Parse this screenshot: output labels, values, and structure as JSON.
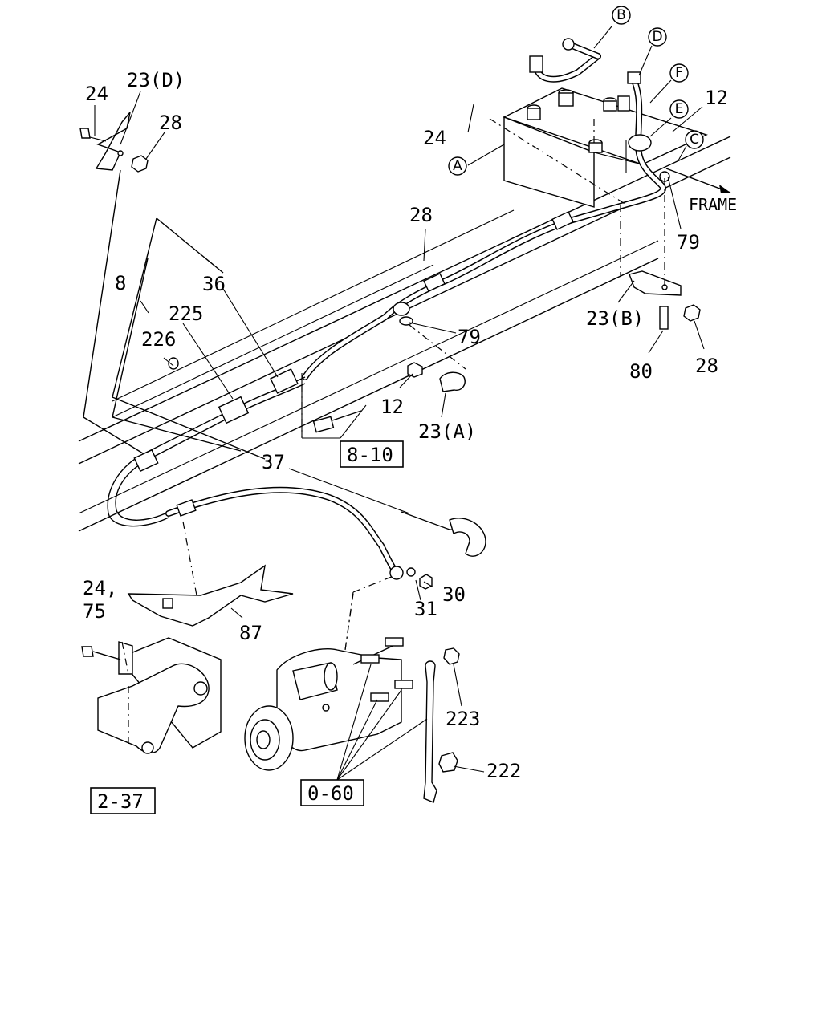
{
  "callouts": {
    "c24_top": "24",
    "c23D": "23(D)",
    "c28_top": "28",
    "c24_battery": "24",
    "c12_top": "12",
    "frame": "FRAME",
    "c79_top": "79",
    "c28_mid": "28",
    "c79_mid": "79",
    "c36": "36",
    "c8": "8",
    "c225": "225",
    "c226": "226",
    "c12_mid": "12",
    "c23A": "23(A)",
    "c23B": "23(B)",
    "c28_right": "28",
    "c80": "80",
    "c37": "37",
    "c24_75_a": "24,",
    "c24_75_b": "75",
    "c87": "87",
    "c31": "31",
    "c30": "30",
    "c223": "223",
    "c222": "222"
  },
  "circled": {
    "A": "A",
    "B": "B",
    "C": "C",
    "D": "D",
    "E": "E",
    "F": "F"
  },
  "references": {
    "r8_10": "8-10",
    "r2_37": "2-37",
    "r0_60": "0-60"
  }
}
